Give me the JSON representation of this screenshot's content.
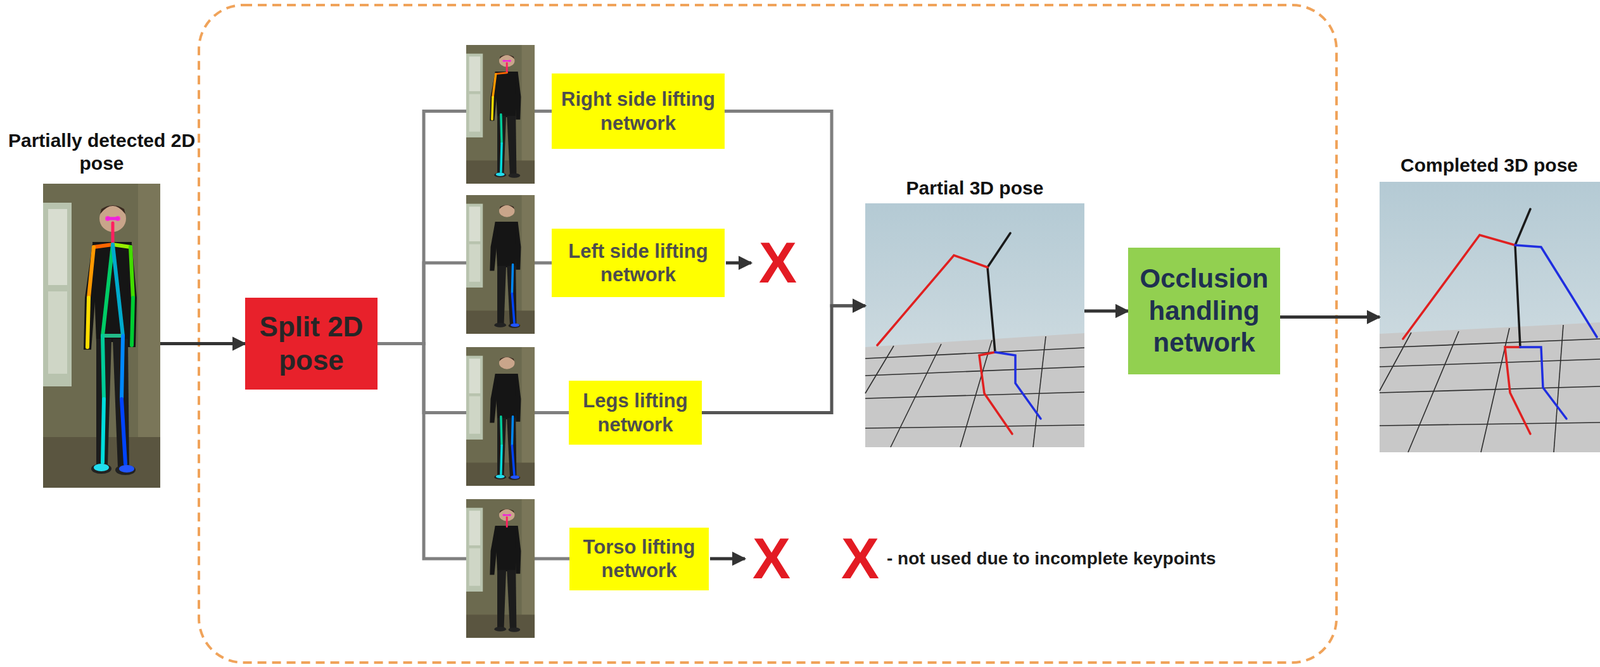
{
  "diagram": {
    "nodes": [
      {
        "text": [
          "Partially detected 2D pose"
        ]
      },
      {
        "text": [
          "Split 2D pose"
        ]
      },
      {
        "text": [
          "Right side lifting network"
        ]
      },
      {
        "text": [
          "Left side lifting network"
        ]
      },
      {
        "text": [
          "Legs lifting network"
        ]
      },
      {
        "text": [
          "Torso lifting network"
        ]
      },
      {
        "text": [
          "Partial 3D pose"
        ]
      },
      {
        "text": [
          "Occlusion handling network"
        ]
      },
      {
        "text": [
          "Completed 3D pose"
        ]
      }
    ],
    "edges": [
      {
        "from": 0,
        "to": 1,
        "arrow": "to"
      },
      {
        "from": 1,
        "to": 2,
        "arrow": "none"
      },
      {
        "from": 1,
        "to": 3,
        "arrow": "none"
      },
      {
        "from": 1,
        "to": 4,
        "arrow": "none"
      },
      {
        "from": 1,
        "to": 5,
        "arrow": "none"
      },
      {
        "from": 2,
        "to": 6,
        "arrow": "to"
      },
      {
        "from": 4,
        "to": 6,
        "arrow": "to"
      },
      {
        "from": 6,
        "to": 7,
        "arrow": "to"
      },
      {
        "from": 7,
        "to": 8,
        "arrow": "to"
      }
    ],
    "labels": [
      "X",
      "X",
      "X",
      "- not used due to incomplete keypoints"
    ]
  }
}
